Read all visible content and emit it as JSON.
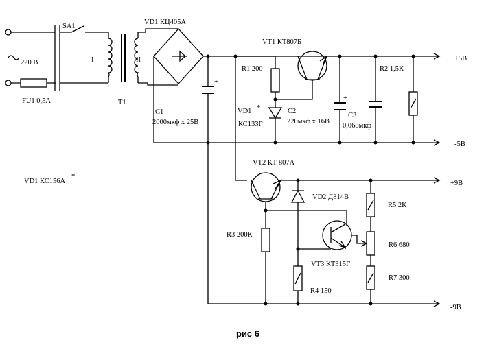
{
  "labels": {
    "sa1": "SA1",
    "mains": "220 В",
    "fu1": "FU1  0,5A",
    "winding1": "I",
    "winding2": "II",
    "t1": "T1",
    "vd1_bridge": "VD1  КЦ405А",
    "vt1": "VT1 КТ807Б",
    "r1": "R1 200",
    "vd1_zener": "VD1",
    "vd1_zener_type": "КС133Г",
    "c1_name": "C1",
    "c1_value": "2000мкф х 25В",
    "c2_name": "C2",
    "c2_value": "220мкф х 16В",
    "c3_name": "C3",
    "c3_value": "0,068мкф",
    "r2": "R2 1,5К",
    "out_p5": "+5В",
    "out_m5": "-5В",
    "vt2": "VT2 КТ 807А",
    "out_p9": "+9В",
    "vd2": "VD2 Д814В",
    "r5": "R5   2К",
    "r3": "R3 200К",
    "vt3": "VT3 КТ315Г",
    "r6": "R6  680",
    "r7": "R7 300",
    "r4": "R4  150",
    "out_m9": "-9В",
    "note": "VD1 КС156А",
    "asterisk": "*",
    "plus": "+",
    "caption": "рис 6"
  }
}
